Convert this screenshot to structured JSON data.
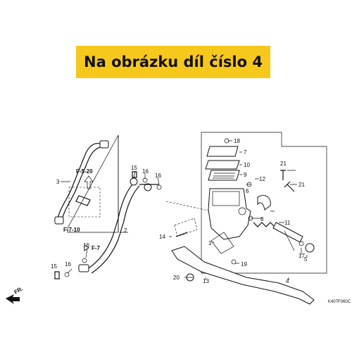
{
  "banner": {
    "text": "Na obrázku díl číslo 4"
  },
  "callouts": {
    "c1": "1",
    "c2": "2",
    "c3": "3",
    "c4": "4",
    "c5": "5",
    "c6": "6",
    "c7": "7",
    "c8": "8",
    "c9": "9",
    "c10": "10",
    "c11": "11",
    "c12": "12",
    "c13": "13",
    "c14": "14",
    "c15a": "15",
    "c15b": "15",
    "c16a": "16",
    "c16b": "16",
    "c16c": "16",
    "c16d": "16",
    "c17": "17",
    "c18": "18",
    "c19": "19",
    "c20": "20",
    "c21a": "21",
    "c21b": "21"
  },
  "references": {
    "ref_f520": "F-5-20",
    "ref_f710": "F-7-10",
    "ref_f7": "F-7"
  },
  "direction": {
    "fr": "FR."
  },
  "diagram_code": "K407F060C"
}
